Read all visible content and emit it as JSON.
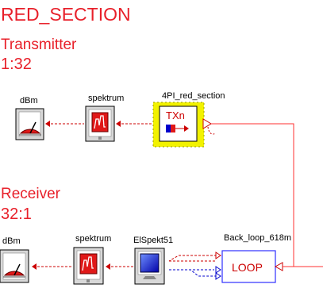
{
  "header": {
    "title": "RED_SECTION",
    "transmitter_label": "Transmitter",
    "transmitter_ratio": "1:32",
    "receiver_label": "Receiver",
    "receiver_ratio": "32:1"
  },
  "blocks": {
    "tx_meter_label": "dBm",
    "tx_spectrum_label": "spektrum",
    "tx_section_label": "4PI_red_section",
    "tx_block_text": "TXn",
    "rx_meter_label": "dBm",
    "rx_spectrum_label": "spektrum",
    "rx_elspekt_label": "ElSpekt51",
    "loop_label": "Back_loop_618m",
    "loop_block_text": "LOOP"
  },
  "colors": {
    "accent_red": "#e8202a",
    "selection_yellow": "#f2f200",
    "wire_red": "#cc0000",
    "wire_blue": "#0000cc"
  }
}
